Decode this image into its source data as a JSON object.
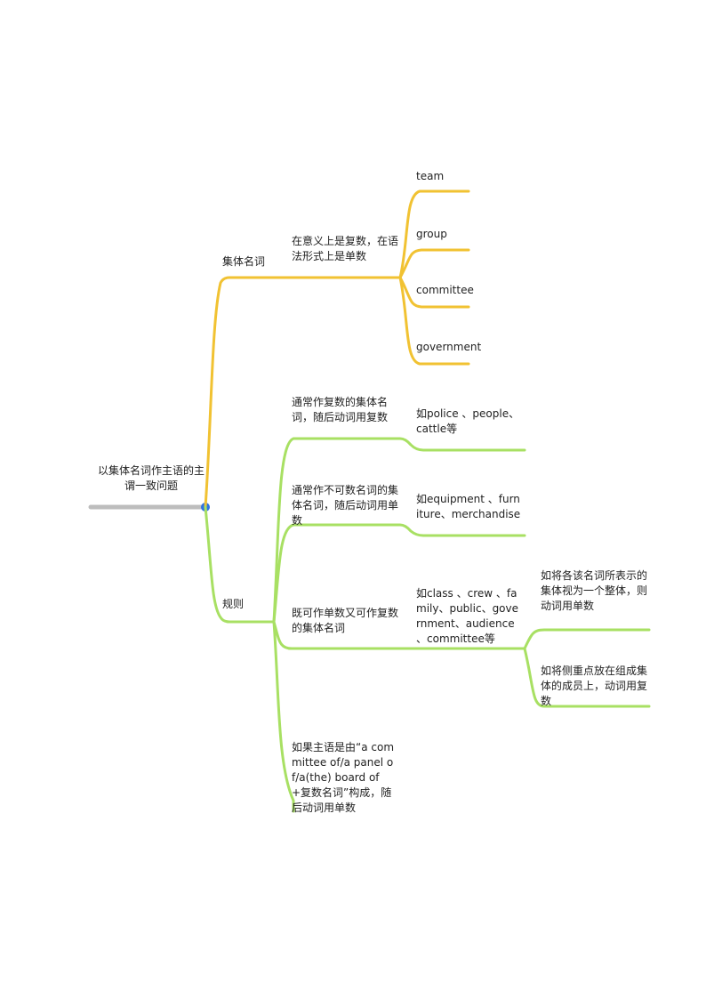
{
  "colors": {
    "root_line": "#bdbdbd",
    "root_dot": "#2f73e0",
    "branch_yellow": "#f1c232",
    "branch_green": "#a8e063"
  },
  "root": {
    "text": "以集体名词作主语的主谓一致问题"
  },
  "collective": {
    "label": "集体名词",
    "desc": "在意义上是复数，在语法形式上是单数",
    "examples": [
      "team",
      "group",
      "committee",
      "government"
    ]
  },
  "rules": {
    "label": "规则",
    "items": [
      {
        "text": "通常作复数的集体名词，随后动词用复数",
        "example": "如police 、people、cattle等"
      },
      {
        "text": "通常作不可数名词的集体名词，随后动词用单数",
        "example": "如equipment 、furniture、merchandise"
      },
      {
        "text": "既可作单数又可作复数的集体名词",
        "example": "如class 、crew 、family、public、government、audience 、committee等",
        "sub": [
          "如将各该名词所表示的集体视为一个整体，则动词用单数",
          "如将侧重点放在组成集体的成员上，动词用复数"
        ]
      },
      {
        "text": "如果主语是由“a committee of/a panel of/a(the) board of+复数名词”构成，随后动词用单数"
      }
    ]
  }
}
